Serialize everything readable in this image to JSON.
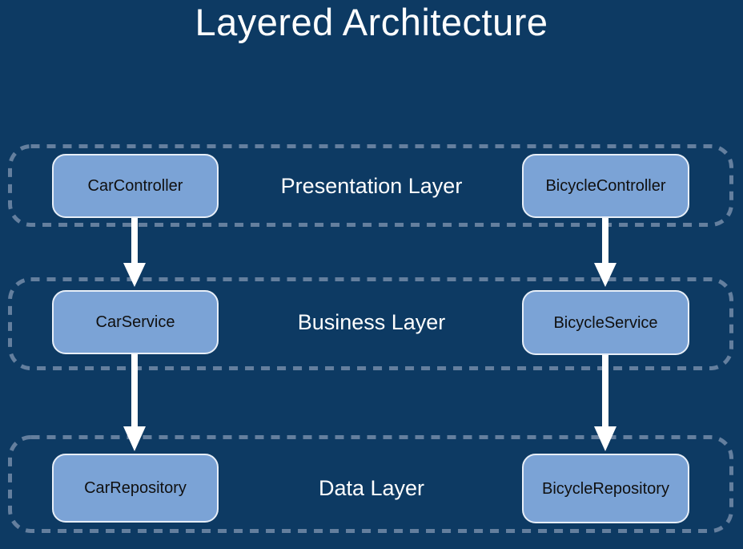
{
  "title": "Layered Architecture",
  "colors": {
    "background": "#0d3a63",
    "node_fill": "#7ba3d6",
    "node_border": "#e8eff8",
    "layer_dash_border": "#647f9e",
    "layer_label_text": "#ffffff",
    "node_label_text": "#101010",
    "arrow": "#ffffff"
  },
  "layers": [
    {
      "label": "Presentation Layer",
      "left_box": "CarController",
      "right_box": "BicycleController"
    },
    {
      "label": "Business Layer",
      "left_box": "CarService",
      "right_box": "BicycleService"
    },
    {
      "label": "Data Layer",
      "left_box": "CarRepository",
      "right_box": "BicycleRepository"
    }
  ],
  "arrows": [
    {
      "from": "CarController",
      "to": "CarService"
    },
    {
      "from": "BicycleController",
      "to": "BicycleService"
    },
    {
      "from": "CarService",
      "to": "CarRepository"
    },
    {
      "from": "BicycleService",
      "to": "BicycleRepository"
    }
  ]
}
